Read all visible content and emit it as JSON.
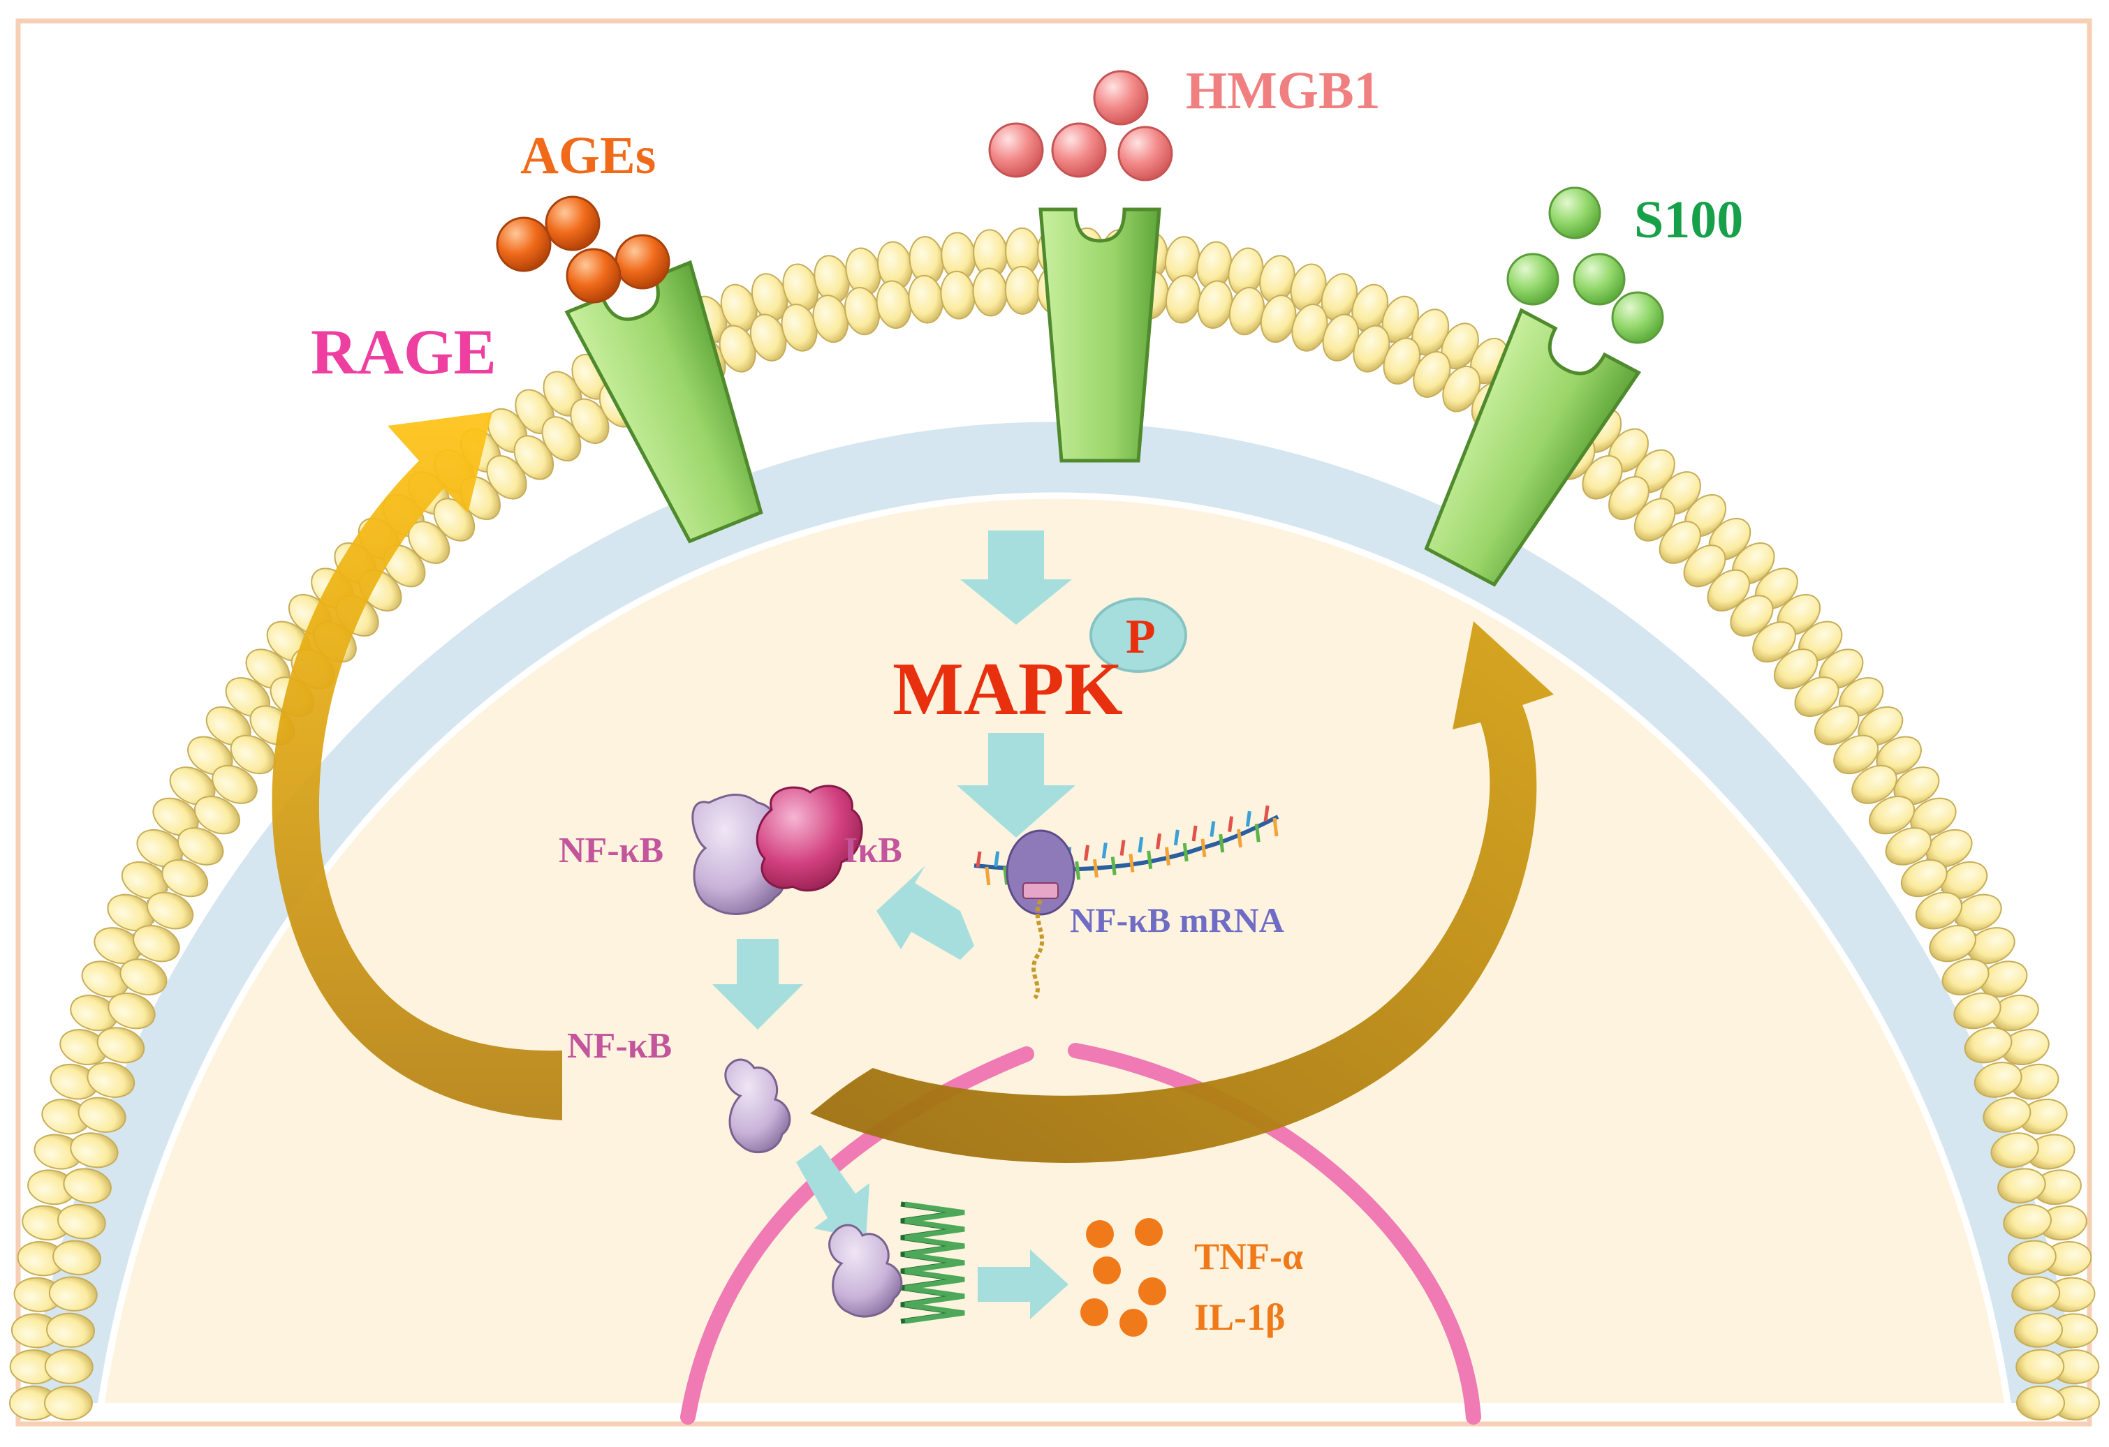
{
  "labels": {
    "ages": "AGEs",
    "hmgb1": "HMGB1",
    "s100": "S100",
    "rage": "RAGE",
    "phospho": "P",
    "mapk": "MAPK",
    "nfkb_complex": "NF-κB",
    "ikb": "IκB",
    "nfkb_mrna": "NF-κB mRNA",
    "nfkb_free": "NF-κB",
    "tnf": "TNF-α",
    "il1b": "IL-1β"
  },
  "colors": {
    "frame": "#f7cfb4",
    "cytoplasm": "#fdf3de",
    "membrane_band": "#d6e6f0",
    "lipid_head": "#fbeba0",
    "receptor": "#9bd66a",
    "ages": "#f06a1a",
    "hmgb1": "#f08080",
    "s100": "#8ed46a",
    "rage": "#ee3fa0",
    "mapk": "#e8300f",
    "cyan_arrow": "#a6dede",
    "gold_arrow": "#c89510",
    "nfkb_protein": "#c9b4d9",
    "ikb_protein": "#d2407f",
    "nucleus": "#f07ab4",
    "cytokine": "#f07a1a",
    "mrna_label": "#6f6cc6",
    "nfkb_label": "#c2559c"
  }
}
